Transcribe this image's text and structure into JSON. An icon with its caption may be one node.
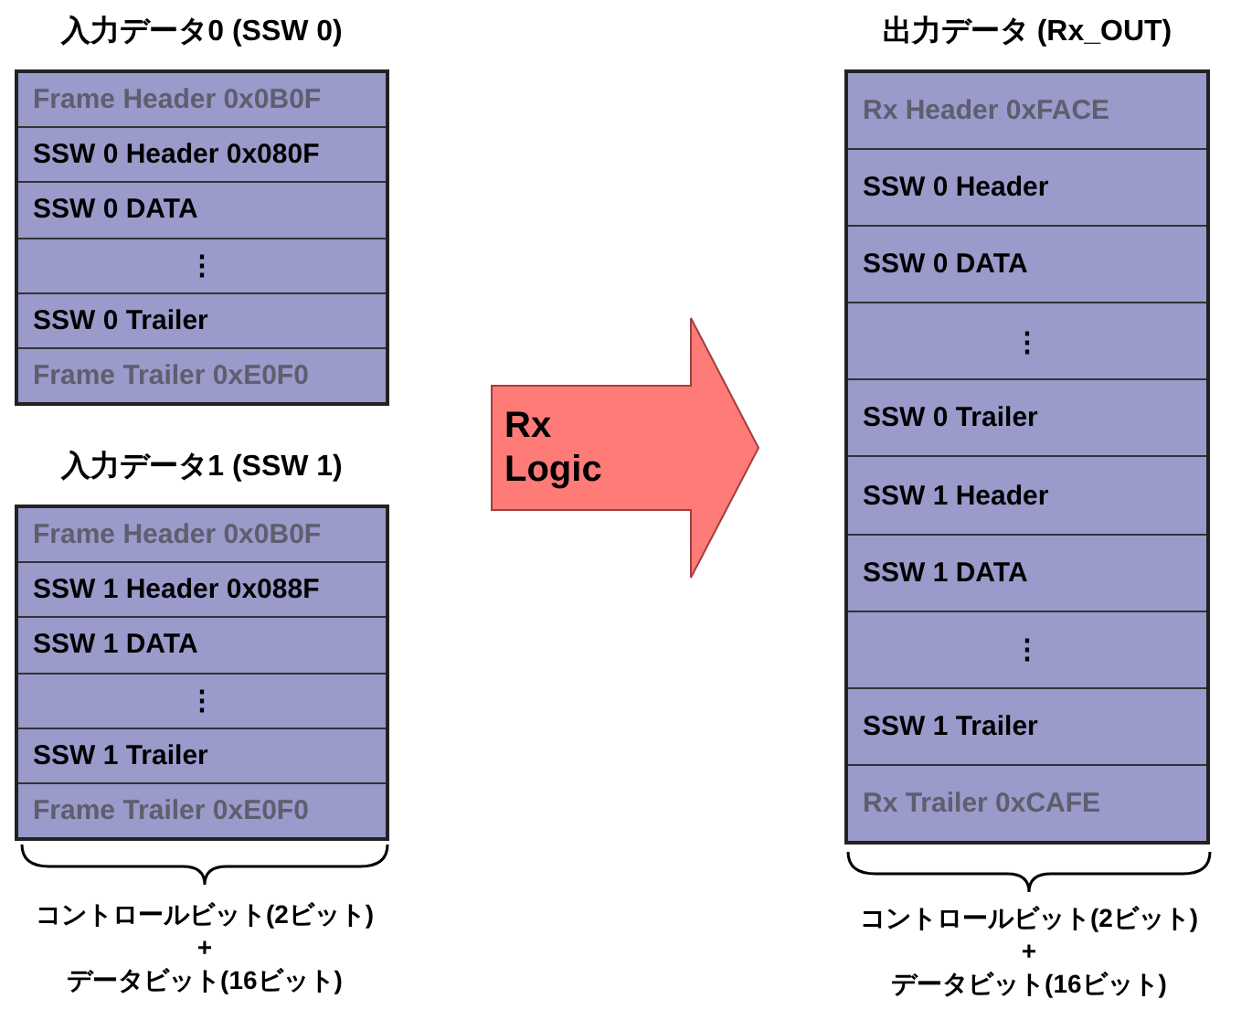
{
  "diagram": {
    "nodes": [
      {
        "text": [
          "入力データ0 (SSW 0)"
        ]
      },
      {
        "text": [
          "Frame Header 0x0B0F"
        ],
        "in": 0
      },
      {
        "text": [
          "SSW 0 Header 0x080F"
        ],
        "in": 0
      },
      {
        "text": [
          "SSW 0 DATA"
        ],
        "in": 0
      },
      {
        "text": [
          "⋮"
        ],
        "in": 0
      },
      {
        "text": [
          "SSW 0 Trailer"
        ],
        "in": 0
      },
      {
        "text": [
          "Frame Trailer 0xE0F0"
        ],
        "in": 0
      },
      {
        "text": [
          "入力データ1 (SSW 1)"
        ]
      },
      {
        "text": [
          "Frame Header 0x0B0F"
        ],
        "in": 7
      },
      {
        "text": [
          "SSW 1 Header 0x088F"
        ],
        "in": 7
      },
      {
        "text": [
          "SSW 1 DATA"
        ],
        "in": 7
      },
      {
        "text": [
          "⋮"
        ],
        "in": 7
      },
      {
        "text": [
          "SSW 1 Trailer"
        ],
        "in": 7
      },
      {
        "text": [
          "Frame Trailer 0xE0F0"
        ],
        "in": 7
      },
      {
        "text": [
          "Rx Logic"
        ]
      },
      {
        "text": [
          "出力データ (Rx_OUT)"
        ]
      },
      {
        "text": [
          "Rx Header 0xFACE"
        ],
        "in": 15
      },
      {
        "text": [
          "SSW 0 Header"
        ],
        "in": 15
      },
      {
        "text": [
          "SSW 0 DATA"
        ],
        "in": 15
      },
      {
        "text": [
          "⋮"
        ],
        "in": 15
      },
      {
        "text": [
          "SSW 0 Trailer"
        ],
        "in": 15
      },
      {
        "text": [
          "SSW 1 Header"
        ],
        "in": 15
      },
      {
        "text": [
          "SSW 1 DATA"
        ],
        "in": 15
      },
      {
        "text": [
          "⋮"
        ],
        "in": 15
      },
      {
        "text": [
          "SSW 1 Trailer"
        ],
        "in": 15
      },
      {
        "text": [
          "Rx Trailer 0xCAFE"
        ],
        "in": 15
      }
    ],
    "edges": [],
    "labels": [
      "コントロールビット(2ビット)",
      "+",
      "データビット(16ビット)",
      "コントロールビット(2ビット)",
      "+",
      "データビット(16ビット)"
    ]
  }
}
